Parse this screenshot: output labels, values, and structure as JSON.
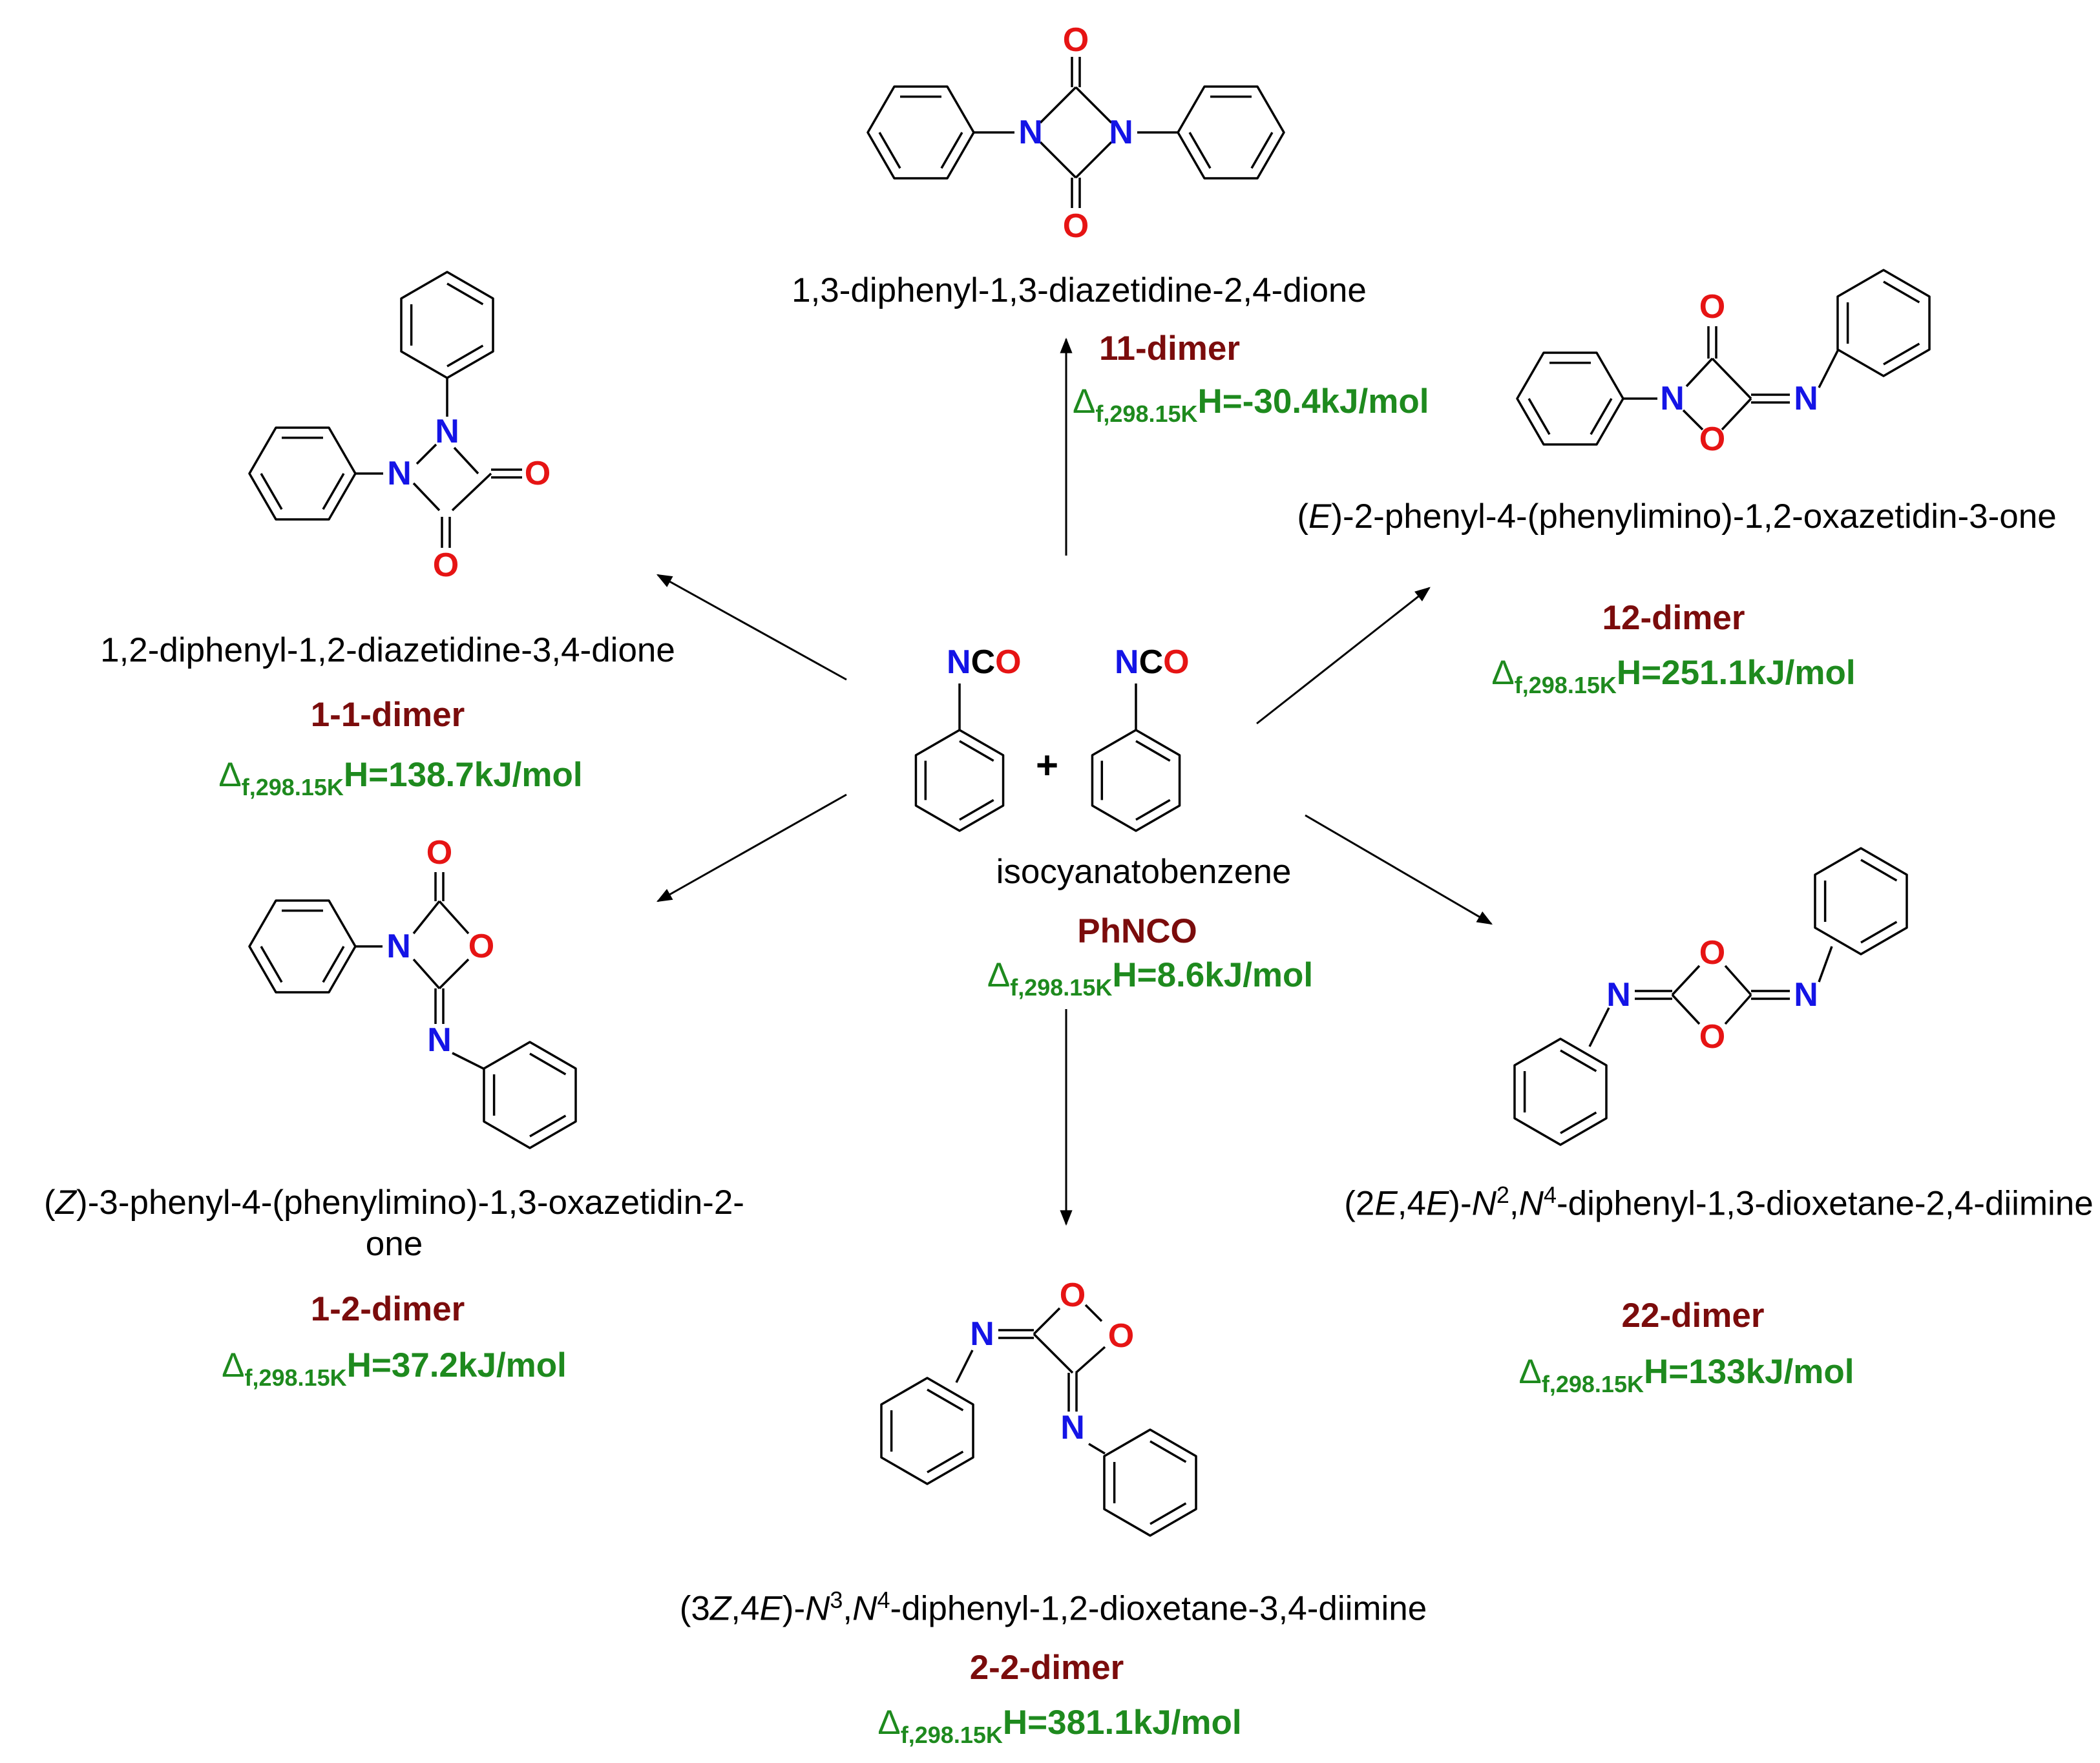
{
  "colors": {
    "name": "#7B0C0C",
    "enthalpy": "#1E8A1E",
    "nitrogen": "#1414E6",
    "oxygen": "#E61414",
    "bond": "#000000"
  },
  "atoms": {
    "N": "N",
    "O": "O",
    "C": "C"
  },
  "center": {
    "group_label_N": "N",
    "group_label_C": "C",
    "group_label_O": "O",
    "plus": "+",
    "iupac": "isocyanatobenzene",
    "name": "PhNCO",
    "enthalpy_symbol": "Δ",
    "enthalpy_sub": "f,298.15K",
    "enthalpy_value": "H=8.6kJ/mol"
  },
  "dimers": {
    "top": {
      "iupac": "1,3-diphenyl-1,3-diazetidine-2,4-dione",
      "name": "11-dimer",
      "enthalpy_symbol": "Δ",
      "enthalpy_sub": "f,298.15K",
      "enthalpy_value": "H=-30.4kJ/mol"
    },
    "upper_left": {
      "iupac": "1,2-diphenyl-1,2-diazetidine-3,4-dione",
      "name": "1-1-dimer",
      "enthalpy_symbol": "Δ",
      "enthalpy_sub": "f,298.15K",
      "enthalpy_value": "H=138.7kJ/mol"
    },
    "upper_right": {
      "iupac_prefix": "(",
      "iupac_italic": "E",
      "iupac_rest": ")-2-phenyl-4-(phenylimino)-1,2-oxazetidin-3-one",
      "name": "12-dimer",
      "enthalpy_symbol": "Δ",
      "enthalpy_sub": "f,298.15K",
      "enthalpy_value": "H=251.1kJ/mol"
    },
    "lower_left": {
      "iupac_prefix": "(",
      "iupac_italic": "Z",
      "iupac_rest": ")-3-phenyl-4-(phenylimino)-1,3-oxazetidin-2-one",
      "name": "1-2-dimer",
      "enthalpy_symbol": "Δ",
      "enthalpy_sub": "f,298.15K",
      "enthalpy_value": "H=37.2kJ/mol"
    },
    "lower_right": {
      "iupac_p1": "(2",
      "iupac_i1": "E",
      "iupac_p2": ",4",
      "iupac_i2": "E",
      "iupac_p3": ")-",
      "iupac_i3": "N",
      "iupac_sup1": "2",
      "iupac_p4": ",",
      "iupac_i4": "N",
      "iupac_sup2": "4",
      "iupac_p5": "-diphenyl-1,3-dioxetane-2,4-diimine",
      "name": "22-dimer",
      "enthalpy_symbol": "Δ",
      "enthalpy_sub": "f,298.15K",
      "enthalpy_value": "H=133kJ/mol"
    },
    "bottom": {
      "iupac_p1": "(3",
      "iupac_i1": "Z",
      "iupac_p2": ",4",
      "iupac_i2": "E",
      "iupac_p3": ")-",
      "iupac_i3": "N",
      "iupac_sup1": "3",
      "iupac_p4": ",",
      "iupac_i4": "N",
      "iupac_sup2": "4",
      "iupac_p5": "-diphenyl-1,2-dioxetane-3,4-diimine",
      "name": "2-2-dimer",
      "enthalpy_symbol": "Δ",
      "enthalpy_sub": "f,298.15K",
      "enthalpy_value": "H=381.1kJ/mol"
    }
  }
}
